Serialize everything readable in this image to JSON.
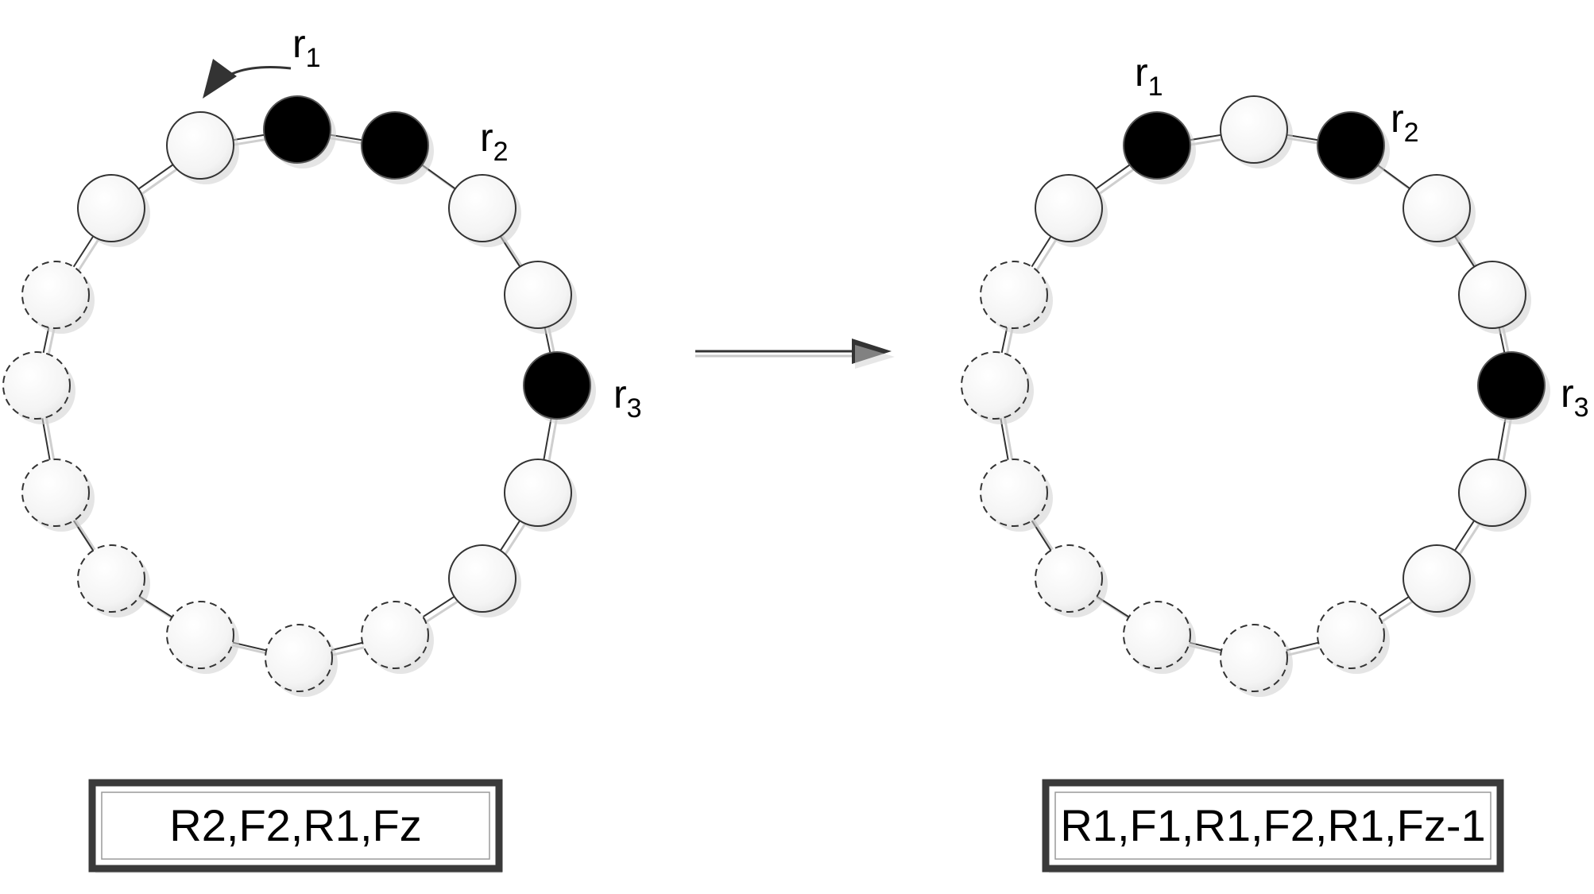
{
  "left_ring": {
    "labels": [
      {
        "main": "r",
        "sub": "1"
      },
      {
        "main": "r",
        "sub": "2"
      },
      {
        "main": "r",
        "sub": "3"
      }
    ],
    "caption": "R2,F2,R1,Fz"
  },
  "right_ring": {
    "labels": [
      {
        "main": "r",
        "sub": "1"
      },
      {
        "main": "r",
        "sub": "2"
      },
      {
        "main": "r",
        "sub": "3"
      }
    ],
    "caption": "R1,F1,R1,F2,R1,Fz-1"
  },
  "colors": {
    "robot": "#000000",
    "node_fill": "#f3f3f3",
    "stroke": "#333333",
    "box_border": "#3a3a3a"
  }
}
